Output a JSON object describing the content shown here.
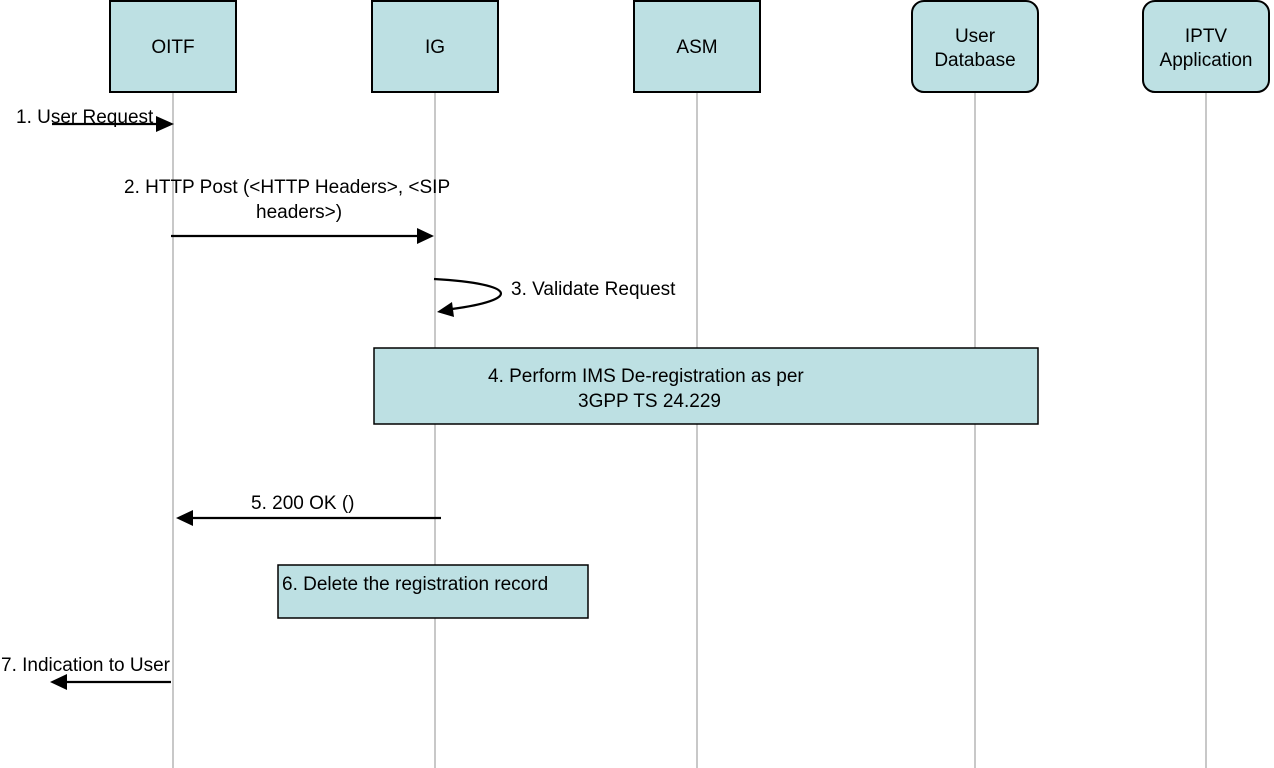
{
  "actors": [
    {
      "id": "oitf",
      "lines": [
        "OITF"
      ],
      "shape": "rect"
    },
    {
      "id": "ig",
      "lines": [
        "IG"
      ],
      "shape": "rect"
    },
    {
      "id": "asm",
      "lines": [
        "ASM"
      ],
      "shape": "rect"
    },
    {
      "id": "user-database",
      "lines": [
        "User",
        "Database"
      ],
      "shape": "rounded"
    },
    {
      "id": "iptv-application",
      "lines": [
        "IPTV",
        "Application"
      ],
      "shape": "rounded"
    }
  ],
  "messages": {
    "m1": {
      "lines": [
        "1. User Request"
      ]
    },
    "m2": {
      "lines": [
        "2. HTTP Post  (<HTTP Headers>, <SIP",
        "headers>)"
      ]
    },
    "m3": {
      "lines": [
        "3. Validate Request"
      ]
    },
    "m4": {
      "lines": [
        "4. Perform IMS De-registration as per",
        "3GPP TS 24.229"
      ]
    },
    "m5": {
      "lines": [
        "5. 200 OK ()"
      ]
    },
    "m6": {
      "lines": [
        "6. Delete the registration record"
      ]
    },
    "m7": {
      "lines": [
        "7. Indication to User"
      ]
    }
  },
  "colors": {
    "box_fill": "#bde0e3",
    "lifeline": "#c8c8c8",
    "stroke": "#000000"
  }
}
